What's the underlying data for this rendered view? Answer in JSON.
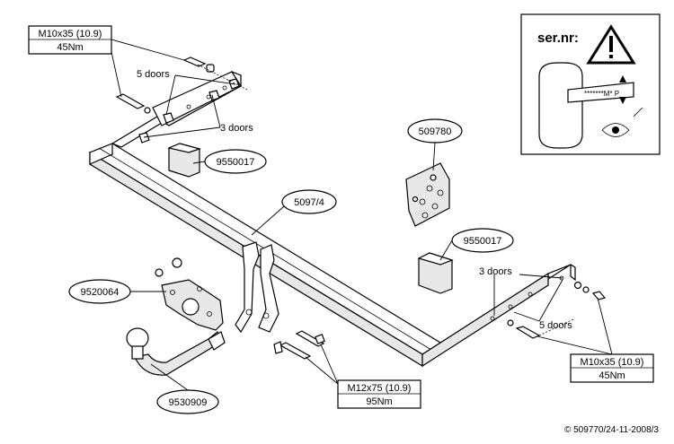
{
  "labels": {
    "bolt_spec_top": "M10x35 (10.9)",
    "torque_top": "45Nm",
    "doors5_top": "5 doors",
    "doors3_top": "3 doors",
    "part_9550017_a": "9550017",
    "part_5097_4": "5097/4",
    "part_509780": "509780",
    "part_9550017_b": "9550017",
    "part_9520064": "9520064",
    "part_9530909": "9530909",
    "doors3_right": "3 doors",
    "doors5_right": "5 doors",
    "bolt_spec_right": "M10x35 (10.9)",
    "torque_right": "45Nm",
    "bolt_spec_bottom": "M12x75 (10.9)",
    "torque_bottom": "95Nm",
    "ser_nr": "ser.nr:",
    "plate_code": "*******M* P",
    "copyright": "© 509770/24-11-2008/3"
  }
}
